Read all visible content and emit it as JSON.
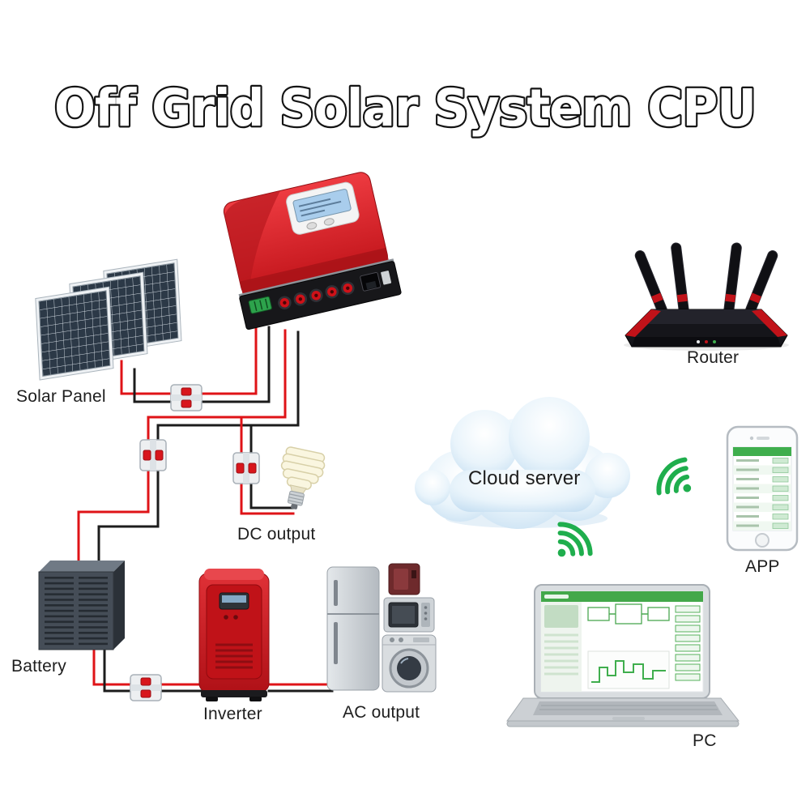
{
  "title": "Off Grid Solar System CPU",
  "labels": {
    "solar_panel": "Solar Panel",
    "router": "Router",
    "cloud_server": "Cloud server",
    "app": "APP",
    "dc_output": "DC output",
    "battery": "Battery",
    "inverter": "Inverter",
    "ac_output": "AC output",
    "pc": "PC"
  },
  "colors": {
    "wire-red": "#df1317",
    "wire-black": "#1c1c1c",
    "wifi-green": "#1fae4d",
    "label-color": "#1e1e1e",
    "title-fill": "#ffffff",
    "title-stroke": "#141414",
    "controller-red": "#d8262c",
    "inverter-red": "#c01218",
    "cloud-blue": "#cde3f4",
    "app-green": "#43a84a",
    "router-black": "#15151a",
    "battery-gray": "#454d57"
  }
}
